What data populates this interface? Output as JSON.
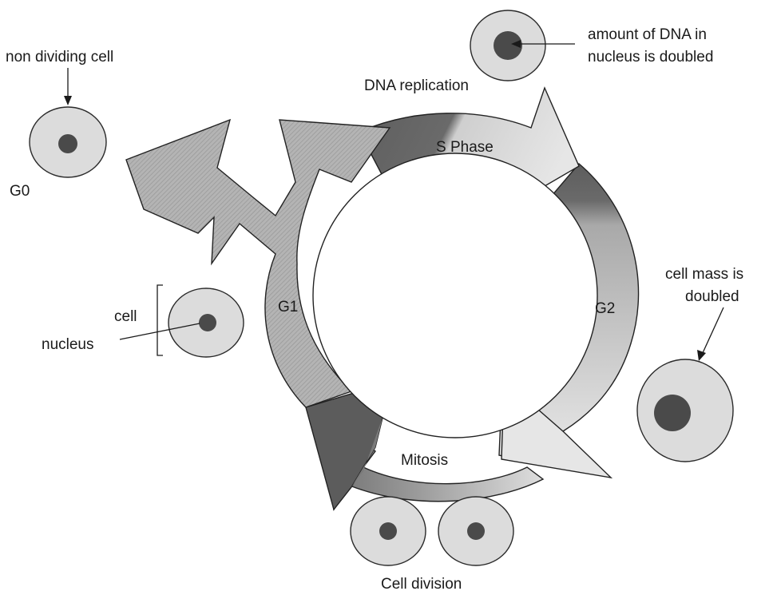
{
  "labels": {
    "non_dividing_cell": "non dividing cell",
    "g0": "G0",
    "cell": "cell",
    "nucleus": "nucleus",
    "g1": "G1",
    "dna_replication": "DNA replication",
    "s_phase": "S Phase",
    "dna_doubled_line1": "amount of DNA in",
    "dna_doubled_line2": "nucleus is doubled",
    "g2": "G2",
    "mass_doubled_line1": "cell mass is",
    "mass_doubled_line2": "doubled",
    "mitosis": "Mitosis",
    "cell_division": "Cell division"
  },
  "colors": {
    "cell_fill": "#dcdcdc",
    "nucleus_fill": "#4a4a4a",
    "dark_band": "#5a5a5a",
    "g1_band": "#a9a9a9",
    "light_band": "#d9d9d9"
  }
}
